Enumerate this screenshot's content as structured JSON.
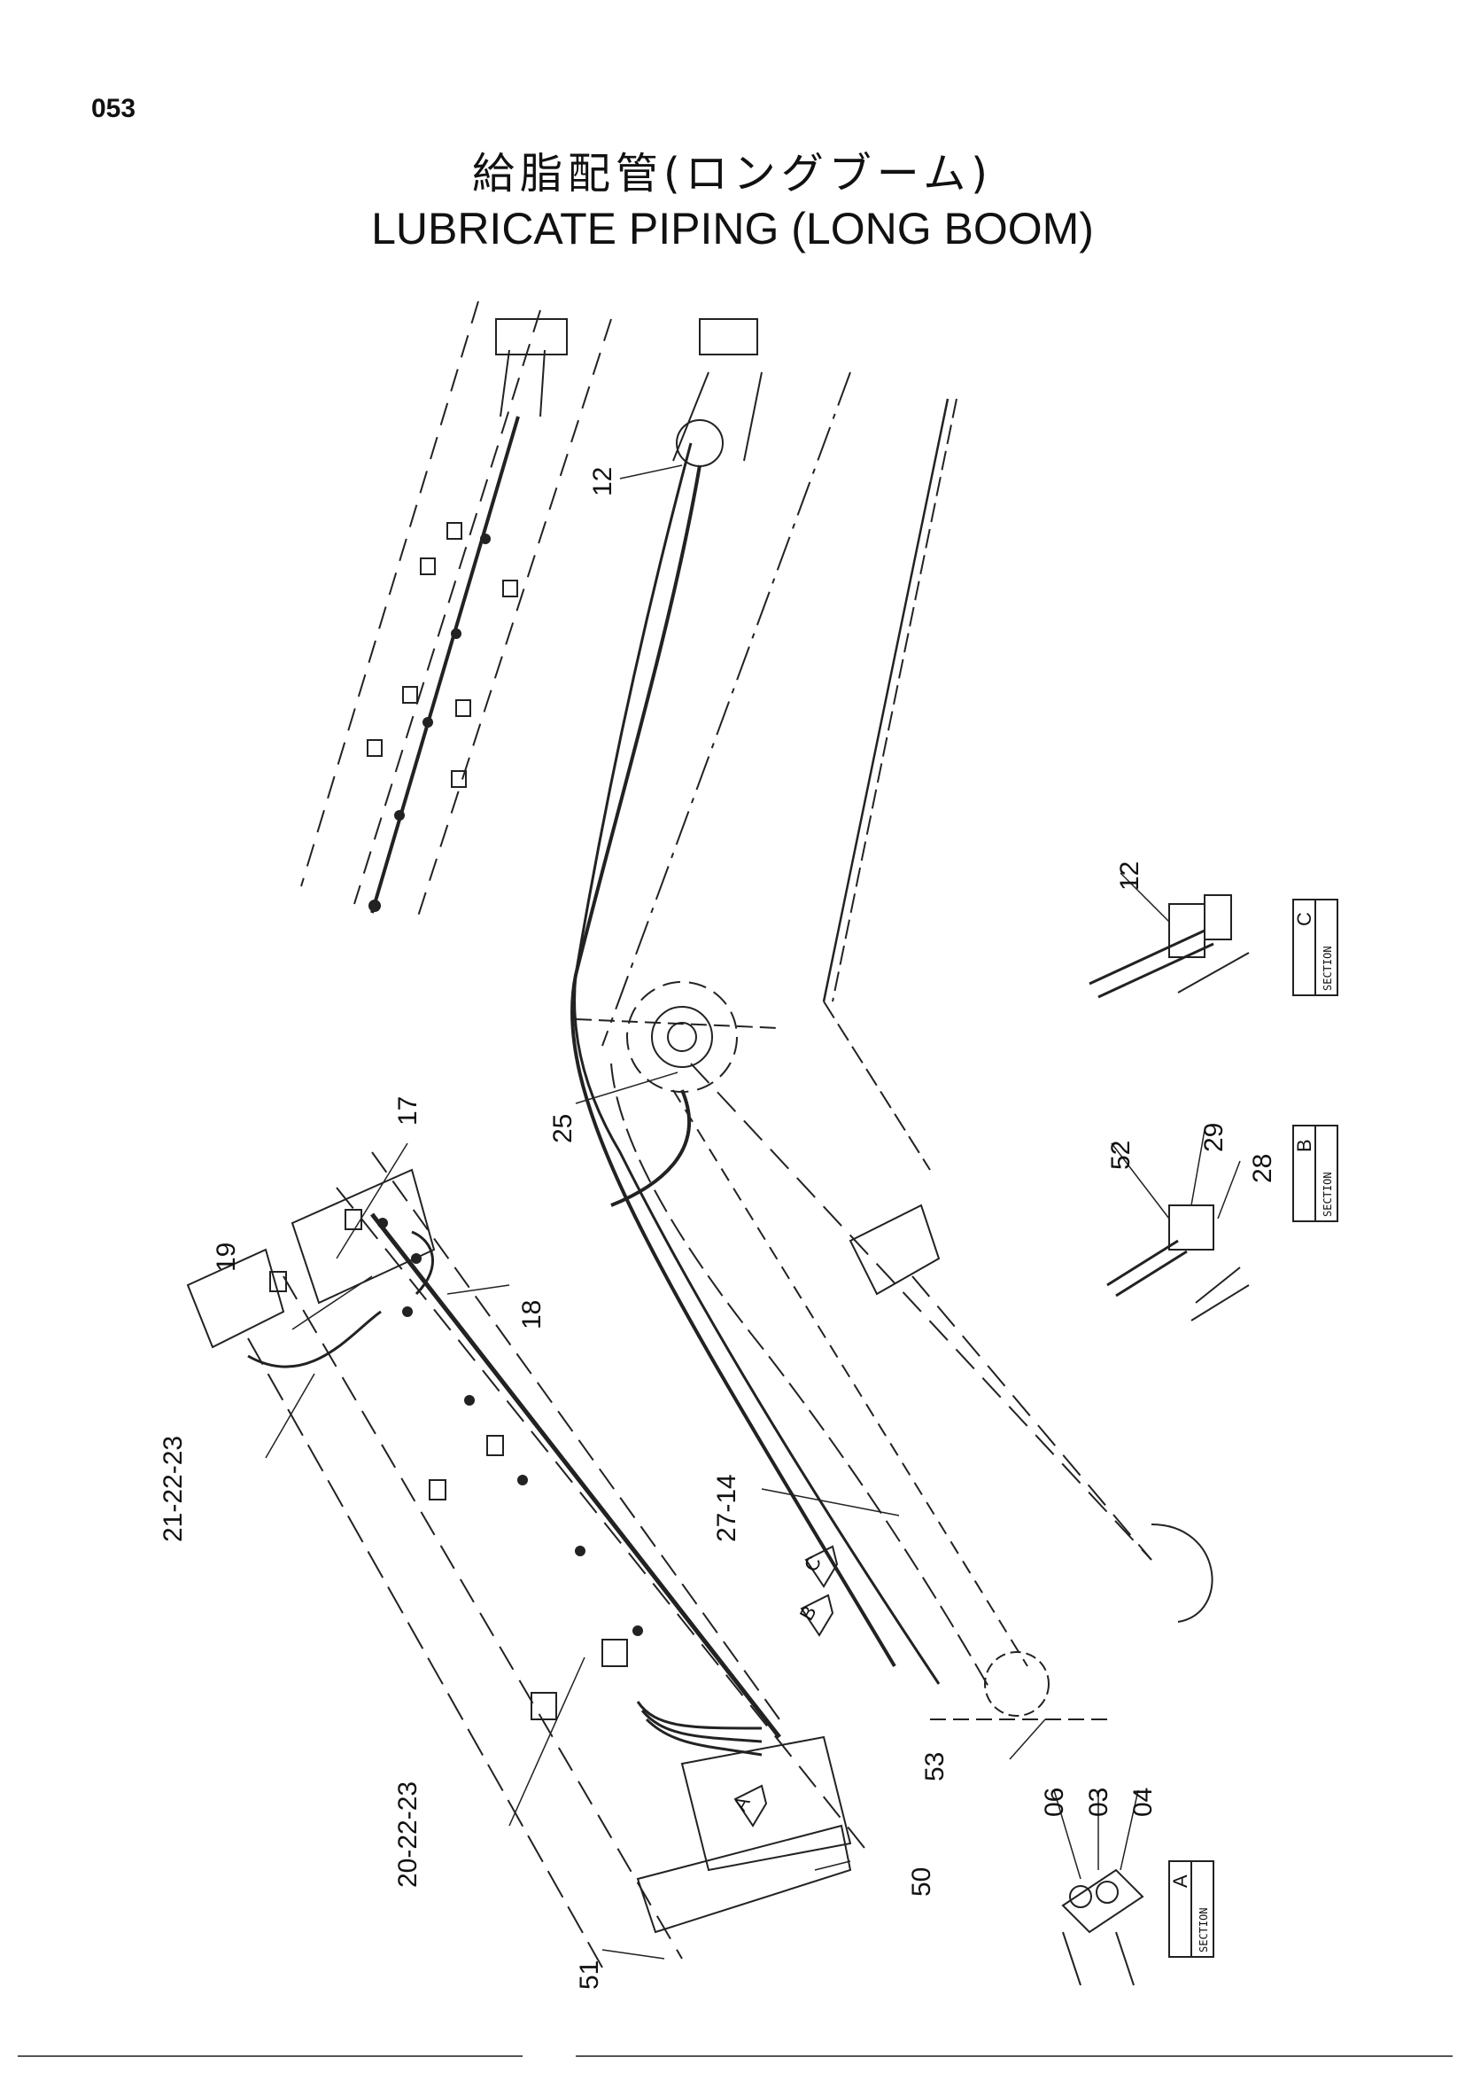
{
  "page": {
    "number": "053"
  },
  "title": {
    "japanese": "給脂配管(ロングブーム)",
    "english": "LUBRICATE PIPING (LONG BOOM)"
  },
  "callouts": {
    "c12": "12",
    "c25": "25",
    "c17": "17",
    "c19": "19",
    "c18": "18",
    "c21_22_23": "21-22-23",
    "c27_14": "27-14",
    "c53": "53",
    "c20_22_23": "20-22-23",
    "c51": "51",
    "c50": "50",
    "c06": "06",
    "c03": "03",
    "c04": "04",
    "c52": "52",
    "c29": "29",
    "c28": "28",
    "c12c": "12"
  },
  "sections": {
    "a": {
      "label": "SECTION",
      "letter": "A"
    },
    "b": {
      "label": "SECTION",
      "letter": "B"
    },
    "c": {
      "label": "SECTION",
      "letter": "C"
    }
  },
  "arrows": {
    "b": "B",
    "c": "C",
    "a": "A"
  }
}
